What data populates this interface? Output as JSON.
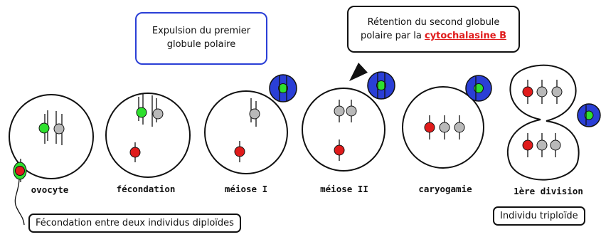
{
  "callouts": {
    "expulsion": {
      "line1": "Expulsion du premier",
      "line2": "globule polaire"
    },
    "retention": {
      "line1": "Rétention du second globule",
      "line2_prefix": "polaire par la ",
      "drug": "cytochalasine B"
    }
  },
  "stages": [
    {
      "key": "ovocyte",
      "label": "ovocyte"
    },
    {
      "key": "fecondation",
      "label": "fécondation"
    },
    {
      "key": "meiose1",
      "label": "méiose I"
    },
    {
      "key": "meiose2",
      "label": "méiose II"
    },
    {
      "key": "caryogamie",
      "label": "caryogamie"
    },
    {
      "key": "division",
      "label": "1ère division"
    }
  ],
  "footer": {
    "left": "Fécondation entre deux individus diploïdes",
    "right": "Individu triploïde"
  },
  "colors": {
    "maternal": "#2ee02e",
    "paternal": "#e01b1b",
    "grey": "#b9b9b9",
    "polar_body": "#2a3fd6",
    "outline": "#111111"
  }
}
